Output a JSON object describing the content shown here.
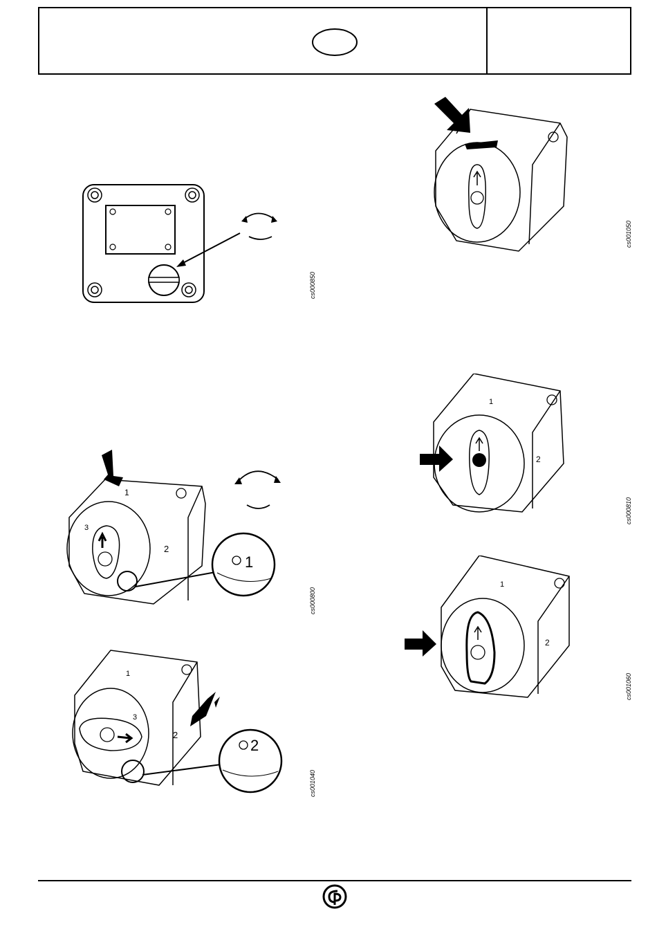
{
  "figures": [
    {
      "code": "cs000850"
    },
    {
      "code": "cs001050"
    },
    {
      "code": "cs000800",
      "callout": "1"
    },
    {
      "code": "cs000810"
    },
    {
      "code": "cs001040",
      "callout": "2"
    },
    {
      "code": "cs001060"
    }
  ],
  "housing_labels": {
    "one": "1",
    "two": "2",
    "three": "3"
  },
  "icons": [
    "oval-badge-icon",
    "rotate-arrows-icon",
    "push-arrow-icon",
    "cp-logo-icon"
  ],
  "logo": {
    "text": "CP"
  }
}
